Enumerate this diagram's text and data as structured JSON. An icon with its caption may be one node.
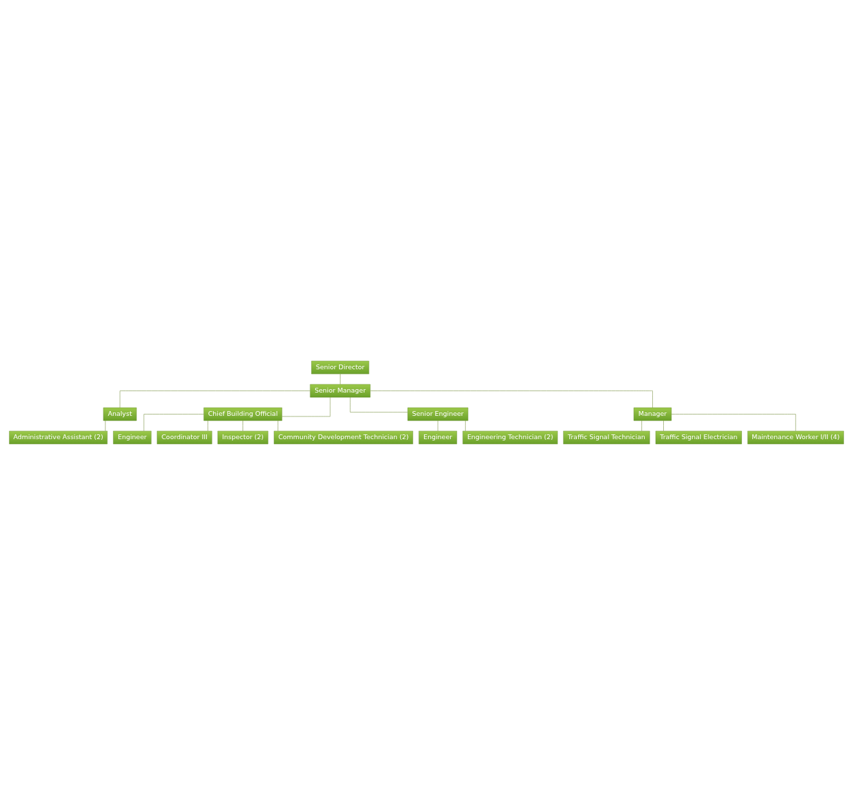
{
  "diagram": {
    "nodes": [
      {
        "text": [
          "Senior Director"
        ]
      },
      {
        "text": [
          "Senior Manager"
        ]
      },
      {
        "text": [
          "Analyst"
        ]
      },
      {
        "text": [
          "Chief Building Official"
        ]
      },
      {
        "text": [
          "Senior Engineer"
        ]
      },
      {
        "text": [
          "Manager"
        ]
      },
      {
        "text": [
          "Administrative Assistant (2)"
        ]
      },
      {
        "text": [
          "Engineer"
        ]
      },
      {
        "text": [
          "Coordinator III"
        ]
      },
      {
        "text": [
          "Inspector (2)"
        ]
      },
      {
        "text": [
          "Community Development Technician (2)"
        ]
      },
      {
        "text": [
          "Engineer"
        ]
      },
      {
        "text": [
          "Engineering Technician (2)"
        ]
      },
      {
        "text": [
          "Traffic Signal Technician"
        ]
      },
      {
        "text": [
          "Traffic Signal Electrician"
        ]
      },
      {
        "text": [
          "Maintenance Worker I/II (4)"
        ]
      }
    ],
    "edges": [
      {
        "from": 0,
        "to": 1,
        "arrow": "none"
      },
      {
        "from": 1,
        "to": 2,
        "arrow": "none"
      },
      {
        "from": 1,
        "to": 3,
        "arrow": "none"
      },
      {
        "from": 1,
        "to": 4,
        "arrow": "none"
      },
      {
        "from": 1,
        "to": 5,
        "arrow": "none"
      },
      {
        "from": 2,
        "to": 6,
        "arrow": "none"
      },
      {
        "from": 3,
        "to": 7,
        "arrow": "none"
      },
      {
        "from": 3,
        "to": 8,
        "arrow": "none"
      },
      {
        "from": 3,
        "to": 9,
        "arrow": "none"
      },
      {
        "from": 3,
        "to": 10,
        "arrow": "none"
      },
      {
        "from": 4,
        "to": 11,
        "arrow": "none"
      },
      {
        "from": 4,
        "to": 12,
        "arrow": "none"
      },
      {
        "from": 5,
        "to": 13,
        "arrow": "none"
      },
      {
        "from": 5,
        "to": 14,
        "arrow": "none"
      },
      {
        "from": 5,
        "to": 15,
        "arrow": "none"
      }
    ]
  }
}
